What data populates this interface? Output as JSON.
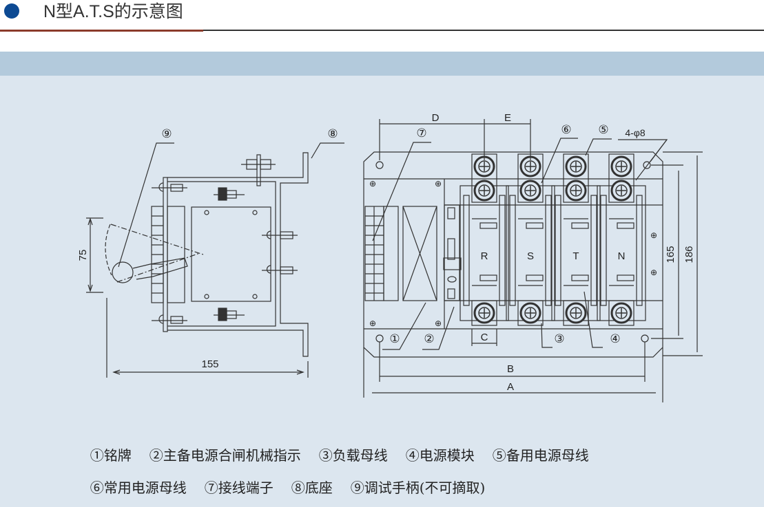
{
  "header": {
    "title": "N型A.T.S的示意图"
  },
  "side_view": {
    "callouts": [
      "⑨",
      "⑧"
    ],
    "dimensions": {
      "height": "75",
      "width": "155"
    }
  },
  "front_view": {
    "phases": [
      "R",
      "S",
      "T",
      "N"
    ],
    "callouts": {
      "c1": "①",
      "c2": "②",
      "c3": "③",
      "c4": "④",
      "c5": "⑤",
      "c6": "⑥",
      "c7": "⑦"
    },
    "hole_spec": "4-φ8",
    "dimensions": {
      "A": "A",
      "B": "B",
      "C": "C",
      "D": "D",
      "E": "E",
      "h165": "165",
      "h186": "186"
    }
  },
  "legend": {
    "row1": [
      "①铭牌",
      "②主备电源合闸机械指示",
      "③负载母线",
      "④电源模块",
      "⑤备用电源母线"
    ],
    "row2": [
      "⑥常用电源母线",
      "⑦接线端子",
      "⑧底座",
      "⑨调试手柄(不可摘取)"
    ]
  },
  "colors": {
    "accent": "#0d4a93",
    "panel": "#dce6ef",
    "band": "#b3cadc"
  }
}
